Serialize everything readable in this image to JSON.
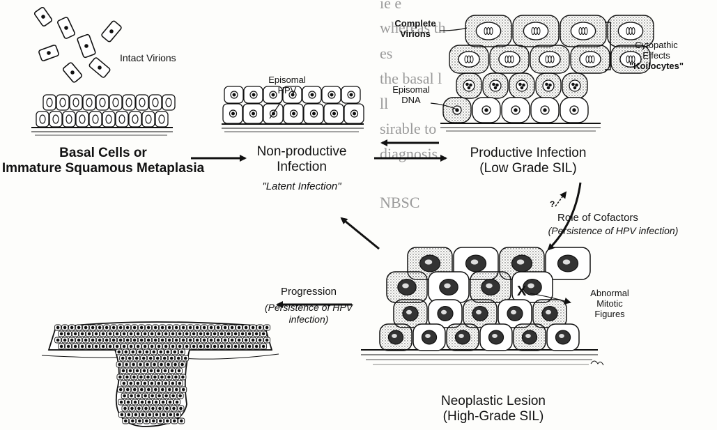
{
  "stages": {
    "basal": {
      "line1": "Basal Cells or",
      "line2": "Immature Squamous Metaplasia"
    },
    "nonproductive": {
      "line1": "Non-productive",
      "line2": "Infection",
      "subtitle": "\"Latent Infection\""
    },
    "productive": {
      "line1": "Productive Infection",
      "line2": "(Low Grade SIL)"
    },
    "neoplastic": {
      "line1": "Neoplastic Lesion",
      "line2": "(High-Grade SIL)"
    }
  },
  "labels": {
    "intact_virions": "Intact Virions",
    "episomal_hpv": {
      "line1": "Episomal",
      "line2": "HPV"
    },
    "complete_virions": {
      "line1": "Complete",
      "line2": "Virions"
    },
    "cytopathic": {
      "line1": "Cytopathic",
      "line2": "Effects",
      "line3": "\"Koilocytes\""
    },
    "episomal_dna": {
      "line1": "Episomal",
      "line2": "DNA"
    },
    "cofactors": {
      "title": "Role of Cofactors",
      "note": "(Persistence of HPV infection)"
    },
    "question_mark": "?",
    "abnormal_mitotic": {
      "line1": "Abnormal",
      "line2": "Mitotic",
      "line3": "Figures"
    },
    "mitotic_mark": "X",
    "progression": {
      "title": "Progression",
      "note1": "(Persistence of HPV",
      "note2": "infection)"
    }
  },
  "background_text": [
    "ie e",
    "whereas th",
    "es",
    "the basal l",
    "ll ",
    "sirable to",
    "diagnosis",
    "NBSC"
  ]
}
